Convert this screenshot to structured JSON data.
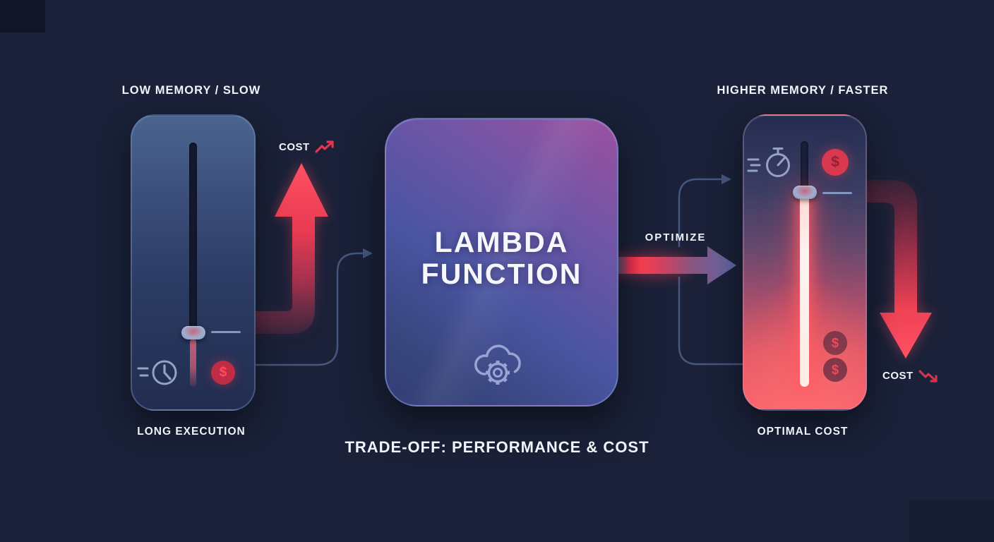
{
  "left": {
    "header": "LOW MEMORY / SLOW",
    "caption": "LONG EXECUTION",
    "dollar": "$"
  },
  "center": {
    "title_line1": "LAMBDA",
    "title_line2": "FUNCTION"
  },
  "right": {
    "header": "HIGHER MEMORY / FASTER",
    "caption": "OPTIMAL COST",
    "dollar_top": "$",
    "dollar_mid": "$",
    "dollar_low": "$"
  },
  "labels": {
    "optimize": "OPTIMIZE",
    "cost_up": "COST",
    "cost_down": "COST",
    "footer": "TRADE-OFF: PERFORMANCE & COST"
  },
  "icons": {
    "left_time": "clock-icon",
    "right_time": "stopwatch-icon",
    "cost_up": "trending-up-icon",
    "cost_down": "trending-down-icon",
    "center": "cloud-gear-icon",
    "money": "dollar-icon"
  },
  "colors": {
    "background": "#1a2138",
    "accent_red": "#ff4757",
    "slate_line": "#4c5d8c",
    "icon_periwinkle": "#93a2c9",
    "panel_blue_top": "#4a658f",
    "panel_red_bottom": "#fb6670",
    "box_purple": "#9c51a0",
    "box_blue": "#323e74",
    "glow_track": "#fff4f1",
    "text": "#f1f4f9"
  }
}
